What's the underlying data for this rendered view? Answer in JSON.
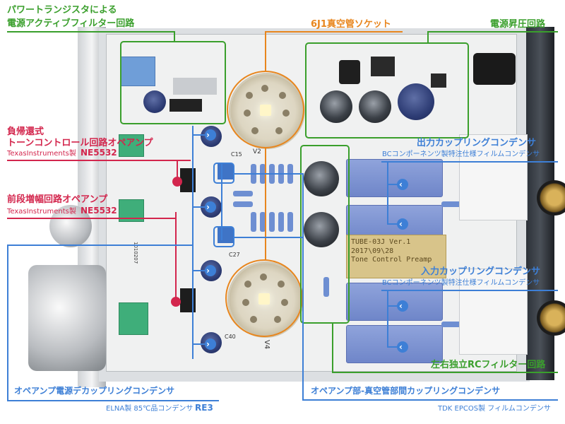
{
  "annotations": {
    "power_filter": {
      "line1": "パワートランジスタによる",
      "line2": "電源アクティブフィルター回路"
    },
    "tube_socket": {
      "label": "6J1真空管ソケット"
    },
    "power_boost": {
      "label": "電源昇圧回路"
    },
    "nfb_tone": {
      "line1": "負帰還式",
      "line2": "トーンコントロール回路オペアンプ",
      "maker": "TexasInstruments製",
      "part": "NE5532"
    },
    "pre_amp": {
      "line1": "前段増幅回路オペアンプ",
      "maker": "TexasInstruments製",
      "part": "NE5532"
    },
    "out_coupling": {
      "line1": "出力カップリングコンデンサ",
      "line2": "BCコンポーネンツ製特注仕様フィルムコンデンサ"
    },
    "in_coupling": {
      "line1": "入力カップリングコンデンサ",
      "line2": "BCコンポーネンツ製特注仕様フィルムコンデンサ"
    },
    "rc_filter": {
      "label": "左右独立RCフィルター回路"
    },
    "opamp_decoupling": {
      "line1": "オペアンプ電源デカップリングコンデンサ",
      "line2_prefix": "ELNA製 85℃品コンデンサ",
      "line2_part": "RE3"
    },
    "tube_coupling": {
      "line1": "オペアンプ部-真空管部間カップリングコンデンサ",
      "line2": "TDK EPCOS製 フィルムコンデンサ"
    }
  },
  "board_text": {
    "plate_line1": "TUBE-03J  Ver.1",
    "plate_line2": "2017\\09\\28",
    "plate_line3": "Tone Control Preamp",
    "tube_top": "V2",
    "tube_bottom": "V4",
    "silk_c15": "C15",
    "silk_c27": "C27",
    "silk_c40": "C40",
    "silk_d": "1010207"
  },
  "colors": {
    "green": "#3a9f2c",
    "orange": "#e8861e",
    "red": "#d3264d",
    "blue": "#3d7fd6"
  }
}
